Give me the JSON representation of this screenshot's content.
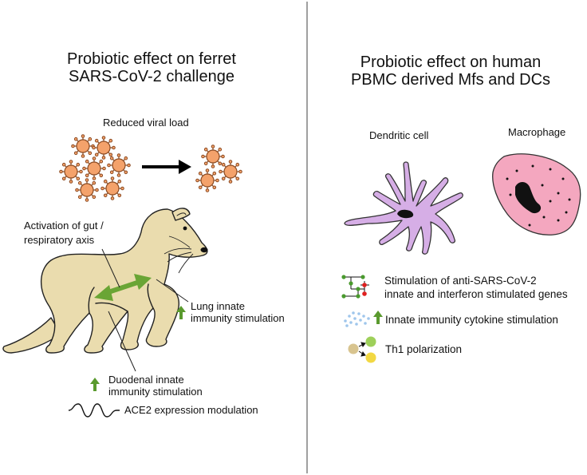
{
  "left_panel": {
    "title_line1": "Probiotic effect on ferret",
    "title_line2": "SARS-CoV-2 challenge",
    "viral_label": "Reduced viral load",
    "gut_axis_line1": "Activation of gut /",
    "gut_axis_line2": "respiratory axis",
    "lung_line1": "Lung innate",
    "lung_line2": "immunity stimulation",
    "duodenal_line1": "Duodenal innate",
    "duodenal_line2": "immunity stimulation",
    "ace2_label": "ACE2 expression modulation"
  },
  "right_panel": {
    "title_line1": "Probiotic effect on human",
    "title_line2": "PBMC derived Mfs and DCs",
    "dendritic_label": "Dendritic cell",
    "macrophage_label": "Macrophage",
    "legend_1_line1": "Stimulation of anti-SARS-CoV-2",
    "legend_1_line2": "innate and interferon stimulated genes",
    "legend_2": "Innate immunity cytokine stimulation",
    "legend_3": "Th1 polarization"
  },
  "colors": {
    "virus_fill": "#f4a26b",
    "virus_stroke": "#8a4a22",
    "ferret_fill": "#eadcae",
    "up_arrow_green": "#5a9a2e",
    "axis_arrow_green": "#6aa535",
    "dendritic_fill": "#d6aee6",
    "macrophage_fill": "#f4a7bf",
    "divider": "#777777"
  },
  "icons": {
    "virus": "virus-icon",
    "up_arrow": "up-arrow-icon",
    "wave": "wave-icon",
    "gene_network": "gene-network-icon",
    "cytokine_dots": "cytokine-dots-icon",
    "th1": "th1-polarization-icon"
  }
}
